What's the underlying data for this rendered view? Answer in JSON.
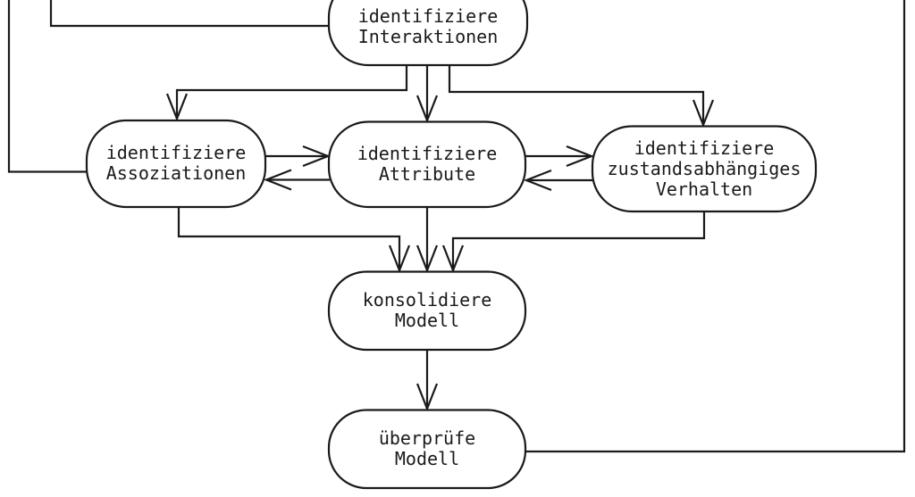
{
  "diagram": {
    "type": "flowchart",
    "language": "de",
    "colors": {
      "background": "#ffffff",
      "line": "#1a1a1a"
    },
    "nodes": {
      "interaktionen": {
        "label": "identifiziere\nInteraktionen"
      },
      "assoziationen": {
        "label": "identifiziere\nAssoziationen"
      },
      "attribute": {
        "label": "identifiziere\nAttribute"
      },
      "verhalten": {
        "label": "identifiziere\nzustandsabhängiges\nVerhalten"
      },
      "konsolidiere": {
        "label": "konsolidiere\nModell"
      },
      "ueberpruefe": {
        "label": "überprüfe\nModell"
      }
    },
    "edges": [
      {
        "from": "identifiziere Interaktionen",
        "to": "identifiziere Assoziationen",
        "arrowhead": true
      },
      {
        "from": "identifiziere Interaktionen",
        "to": "identifiziere Attribute",
        "arrowhead": true
      },
      {
        "from": "identifiziere Interaktionen",
        "to": "identifiziere zustandsabhängiges Verhalten",
        "arrowhead": true
      },
      {
        "from": "identifiziere Assoziationen",
        "to": "identifiziere Attribute",
        "arrowhead": true
      },
      {
        "from": "identifiziere Attribute",
        "to": "identifiziere Assoziationen",
        "arrowhead": true
      },
      {
        "from": "identifiziere Attribute",
        "to": "identifiziere zustandsabhängiges Verhalten",
        "arrowhead": true
      },
      {
        "from": "identifiziere zustandsabhängiges Verhalten",
        "to": "identifiziere Attribute",
        "arrowhead": true
      },
      {
        "from": "identifiziere Assoziationen",
        "to": "konsolidiere Modell",
        "arrowhead": true
      },
      {
        "from": "identifiziere Attribute",
        "to": "konsolidiere Modell",
        "arrowhead": true
      },
      {
        "from": "identifiziere zustandsabhängiges Verhalten",
        "to": "konsolidiere Modell",
        "arrowhead": true
      },
      {
        "from": "konsolidiere Modell",
        "to": "überprüfe Modell",
        "arrowhead": true
      },
      {
        "from": "überprüfe Modell",
        "to": "off-screen top right (feedback line)",
        "arrowhead": false
      },
      {
        "from": "off-screen top left (feedback line)",
        "to": "identifiziere Assoziationen",
        "arrowhead": false
      },
      {
        "from": "off-screen top left (feedback line)",
        "to": "identifiziere Interaktionen",
        "arrowhead": false
      }
    ]
  }
}
